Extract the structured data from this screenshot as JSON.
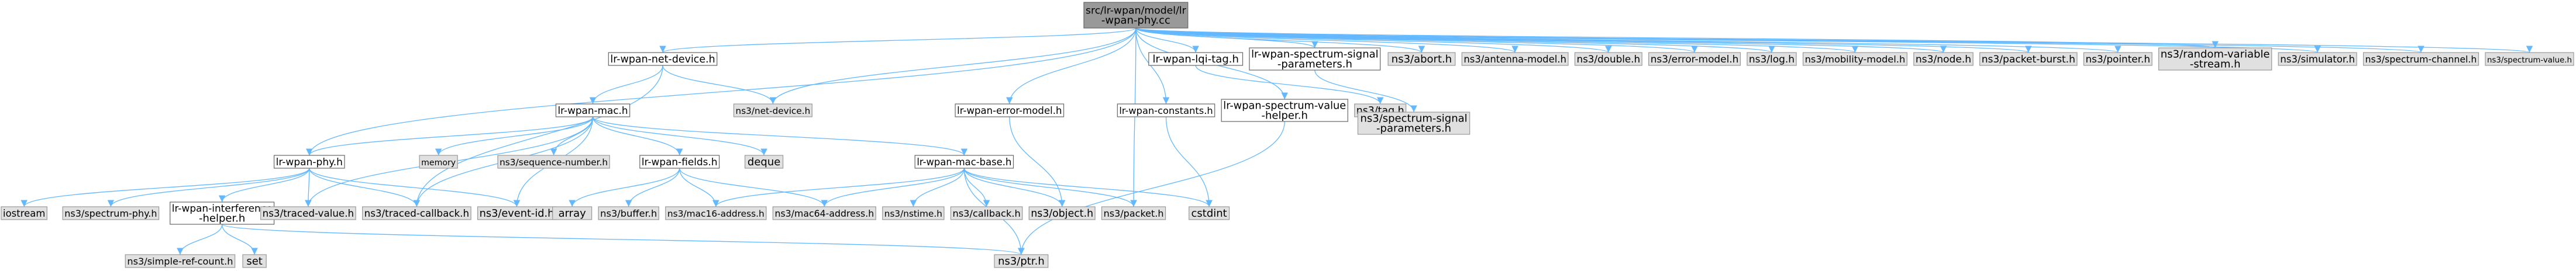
{
  "diagram": {
    "title": "",
    "nodes": [
      {
        "id": "root",
        "label": [
          "src/lr-wpan/model/lr",
          "-wpan-phy.cc"
        ],
        "style": "root"
      },
      {
        "id": "netdev",
        "label": [
          "lr-wpan-net-device.h"
        ],
        "style": "white"
      },
      {
        "id": "lqitag",
        "label": [
          "lr-wpan-lqi-tag.h"
        ],
        "style": "white"
      },
      {
        "id": "sigparam",
        "label": [
          "lr-wpan-spectrum-signal",
          "-parameters.h"
        ],
        "style": "white"
      },
      {
        "id": "abort",
        "label": [
          "ns3/abort.h"
        ],
        "style": "gray"
      },
      {
        "id": "antenna",
        "label": [
          "ns3/antenna-model.h"
        ],
        "style": "gray"
      },
      {
        "id": "double",
        "label": [
          "ns3/double.h"
        ],
        "style": "gray"
      },
      {
        "id": "errmodel",
        "label": [
          "ns3/error-model.h"
        ],
        "style": "gray"
      },
      {
        "id": "log",
        "label": [
          "ns3/log.h"
        ],
        "style": "gray"
      },
      {
        "id": "mobility",
        "label": [
          "ns3/mobility-model.h"
        ],
        "style": "gray"
      },
      {
        "id": "node",
        "label": [
          "ns3/node.h"
        ],
        "style": "gray"
      },
      {
        "id": "pktburst",
        "label": [
          "ns3/packet-burst.h"
        ],
        "style": "gray"
      },
      {
        "id": "pointer",
        "label": [
          "ns3/pointer.h"
        ],
        "style": "gray"
      },
      {
        "id": "randvar",
        "label": [
          "ns3/random-variable",
          "-stream.h"
        ],
        "style": "gray"
      },
      {
        "id": "simulator",
        "label": [
          "ns3/simulator.h"
        ],
        "style": "gray"
      },
      {
        "id": "specchan",
        "label": [
          "ns3/spectrum-channel.h"
        ],
        "style": "gray"
      },
      {
        "id": "specval",
        "label": [
          "ns3/spectrum-value.h"
        ],
        "style": "gray"
      },
      {
        "id": "mac",
        "label": [
          "lr-wpan-mac.h"
        ],
        "style": "white"
      },
      {
        "id": "nsnetdev",
        "label": [
          "ns3/net-device.h"
        ],
        "style": "gray"
      },
      {
        "id": "errmodelh",
        "label": [
          "lr-wpan-error-model.h"
        ],
        "style": "white"
      },
      {
        "id": "constants",
        "label": [
          "lr-wpan-constants.h"
        ],
        "style": "white"
      },
      {
        "id": "specvalhelper",
        "label": [
          "lr-wpan-spectrum-value",
          "-helper.h"
        ],
        "style": "white"
      },
      {
        "id": "tag",
        "label": [
          "ns3/tag.h"
        ],
        "style": "gray"
      },
      {
        "id": "nssigparam",
        "label": [
          "ns3/spectrum-signal",
          "-parameters.h"
        ],
        "style": "gray"
      },
      {
        "id": "phy",
        "label": [
          "lr-wpan-phy.h"
        ],
        "style": "white"
      },
      {
        "id": "memory",
        "label": [
          "memory"
        ],
        "style": "gray"
      },
      {
        "id": "seqnum",
        "label": [
          "ns3/sequence-number.h"
        ],
        "style": "gray"
      },
      {
        "id": "fields",
        "label": [
          "lr-wpan-fields.h"
        ],
        "style": "white"
      },
      {
        "id": "deque",
        "label": [
          "deque"
        ],
        "style": "gray"
      },
      {
        "id": "macbase",
        "label": [
          "lr-wpan-mac-base.h"
        ],
        "style": "white"
      },
      {
        "id": "iostream",
        "label": [
          "iostream"
        ],
        "style": "gray"
      },
      {
        "id": "specphy",
        "label": [
          "ns3/spectrum-phy.h"
        ],
        "style": "gray"
      },
      {
        "id": "interf",
        "label": [
          "lr-wpan-interference",
          "-helper.h"
        ],
        "style": "white"
      },
      {
        "id": "tracedval",
        "label": [
          "ns3/traced-value.h"
        ],
        "style": "gray"
      },
      {
        "id": "tracedcb",
        "label": [
          "ns3/traced-callback.h"
        ],
        "style": "gray"
      },
      {
        "id": "eventid",
        "label": [
          "ns3/event-id.h"
        ],
        "style": "gray"
      },
      {
        "id": "array",
        "label": [
          "array"
        ],
        "style": "gray"
      },
      {
        "id": "buffer",
        "label": [
          "ns3/buffer.h"
        ],
        "style": "gray"
      },
      {
        "id": "mac16",
        "label": [
          "ns3/mac16-address.h"
        ],
        "style": "gray"
      },
      {
        "id": "mac64",
        "label": [
          "ns3/mac64-address.h"
        ],
        "style": "gray"
      },
      {
        "id": "nstime",
        "label": [
          "ns3/nstime.h"
        ],
        "style": "gray"
      },
      {
        "id": "callback",
        "label": [
          "ns3/callback.h"
        ],
        "style": "gray"
      },
      {
        "id": "object",
        "label": [
          "ns3/object.h"
        ],
        "style": "gray"
      },
      {
        "id": "packet",
        "label": [
          "ns3/packet.h"
        ],
        "style": "gray"
      },
      {
        "id": "cstdint",
        "label": [
          "cstdint"
        ],
        "style": "gray"
      },
      {
        "id": "simplerefcount",
        "label": [
          "ns3/simple-ref-count.h"
        ],
        "style": "gray"
      },
      {
        "id": "set",
        "label": [
          "set"
        ],
        "style": "gray"
      },
      {
        "id": "ptr",
        "label": [
          "ns3/ptr.h"
        ],
        "style": "gray"
      }
    ],
    "edges": [
      [
        "root",
        "netdev"
      ],
      [
        "root",
        "lqitag"
      ],
      [
        "root",
        "sigparam"
      ],
      [
        "root",
        "abort"
      ],
      [
        "root",
        "antenna"
      ],
      [
        "root",
        "double"
      ],
      [
        "root",
        "errmodel"
      ],
      [
        "root",
        "log"
      ],
      [
        "root",
        "mobility"
      ],
      [
        "root",
        "node"
      ],
      [
        "root",
        "pktburst"
      ],
      [
        "root",
        "pointer"
      ],
      [
        "root",
        "randvar"
      ],
      [
        "root",
        "simulator"
      ],
      [
        "root",
        "specchan"
      ],
      [
        "root",
        "specval"
      ],
      [
        "root",
        "phy"
      ],
      [
        "root",
        "nsnetdev"
      ],
      [
        "root",
        "errmodelh"
      ],
      [
        "root",
        "constants"
      ],
      [
        "root",
        "specvalhelper"
      ],
      [
        "root",
        "packet"
      ],
      [
        "netdev",
        "mac"
      ],
      [
        "netdev",
        "nsnetdev"
      ],
      [
        "netdev",
        "tracedcb"
      ],
      [
        "lqitag",
        "tag"
      ],
      [
        "sigparam",
        "nssigparam"
      ],
      [
        "mac",
        "phy"
      ],
      [
        "mac",
        "memory"
      ],
      [
        "mac",
        "seqnum"
      ],
      [
        "mac",
        "fields"
      ],
      [
        "mac",
        "deque"
      ],
      [
        "mac",
        "macbase"
      ],
      [
        "mac",
        "tracedval"
      ],
      [
        "mac",
        "tracedcb"
      ],
      [
        "mac",
        "eventid"
      ],
      [
        "phy",
        "iostream"
      ],
      [
        "phy",
        "specphy"
      ],
      [
        "phy",
        "interf"
      ],
      [
        "phy",
        "tracedval"
      ],
      [
        "phy",
        "tracedcb"
      ],
      [
        "phy",
        "eventid"
      ],
      [
        "fields",
        "array"
      ],
      [
        "fields",
        "buffer"
      ],
      [
        "fields",
        "mac16"
      ],
      [
        "fields",
        "mac64"
      ],
      [
        "macbase",
        "mac16"
      ],
      [
        "macbase",
        "mac64"
      ],
      [
        "macbase",
        "nstime"
      ],
      [
        "macbase",
        "callback"
      ],
      [
        "macbase",
        "object"
      ],
      [
        "macbase",
        "packet"
      ],
      [
        "macbase",
        "cstdint"
      ],
      [
        "macbase",
        "ptr"
      ],
      [
        "errmodelh",
        "object"
      ],
      [
        "constants",
        "cstdint"
      ],
      [
        "specvalhelper",
        "ptr"
      ],
      [
        "interf",
        "simplerefcount"
      ],
      [
        "interf",
        "set"
      ],
      [
        "interf",
        "ptr"
      ]
    ]
  }
}
